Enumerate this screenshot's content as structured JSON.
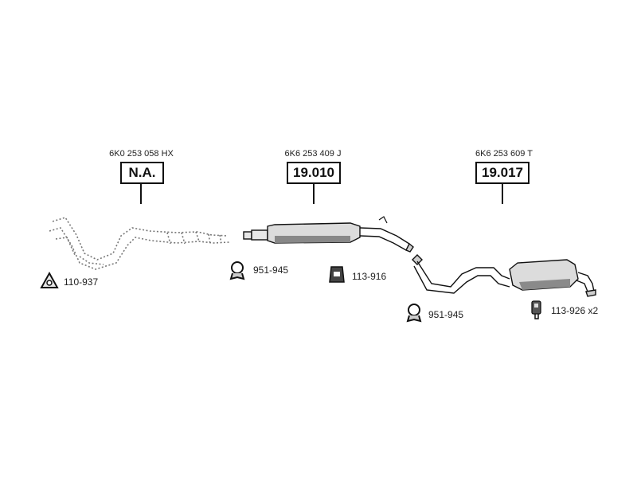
{
  "parts": [
    {
      "oem": "6K0 253 058 HX",
      "code": "N.A."
    },
    {
      "oem": "6K6 253 409 J",
      "code": "19.010"
    },
    {
      "oem": "6K6 253 609 T",
      "code": "19.017"
    }
  ],
  "accessories": [
    {
      "label": "110-937",
      "icon": "gasket-icon"
    },
    {
      "label": "951-945",
      "icon": "clamp-icon"
    },
    {
      "label": "113-916",
      "icon": "rubber-mount-icon"
    },
    {
      "label": "951-945",
      "icon": "clamp-icon"
    },
    {
      "label": "113-926 x2",
      "icon": "hanger-icon"
    }
  ],
  "colors": {
    "line": "#111111",
    "pipe_fill": "#d9d9d9",
    "dotted": "#777777"
  }
}
